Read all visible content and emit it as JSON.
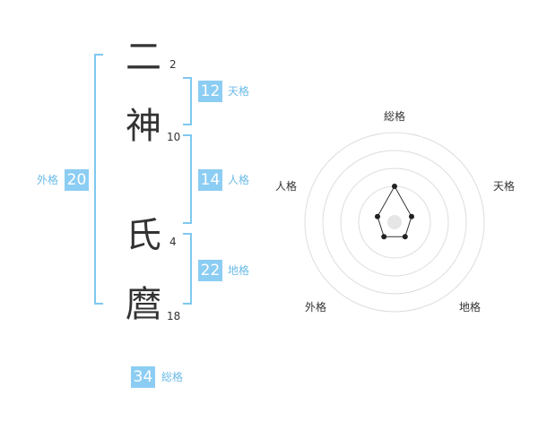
{
  "name": {
    "chars": [
      {
        "char": "二",
        "strokes": "2"
      },
      {
        "char": "神",
        "strokes": "10"
      },
      {
        "char": "氏",
        "strokes": "4"
      },
      {
        "char": "麿",
        "strokes": "18"
      }
    ]
  },
  "kaku": {
    "tenkaku": {
      "value": "12",
      "label": "天格"
    },
    "jinkaku": {
      "value": "14",
      "label": "人格"
    },
    "chikaku": {
      "value": "22",
      "label": "地格"
    },
    "gaikaku": {
      "value": "20",
      "label": "外格"
    },
    "soukaku": {
      "value": "34",
      "label": "総格"
    }
  },
  "radar": {
    "axes": [
      "総格",
      "天格",
      "地格",
      "外格",
      "人格"
    ],
    "max_level": 5,
    "rings": 4,
    "levels": [
      2,
      1,
      1,
      1,
      1
    ],
    "colors": {
      "ring": "#dddddd",
      "line": "#333333",
      "point": "#222222",
      "center": "#e6e6e6"
    }
  },
  "colors": {
    "accent": "#8ccdf3",
    "label": "#6cbbe8",
    "text": "#333333"
  }
}
